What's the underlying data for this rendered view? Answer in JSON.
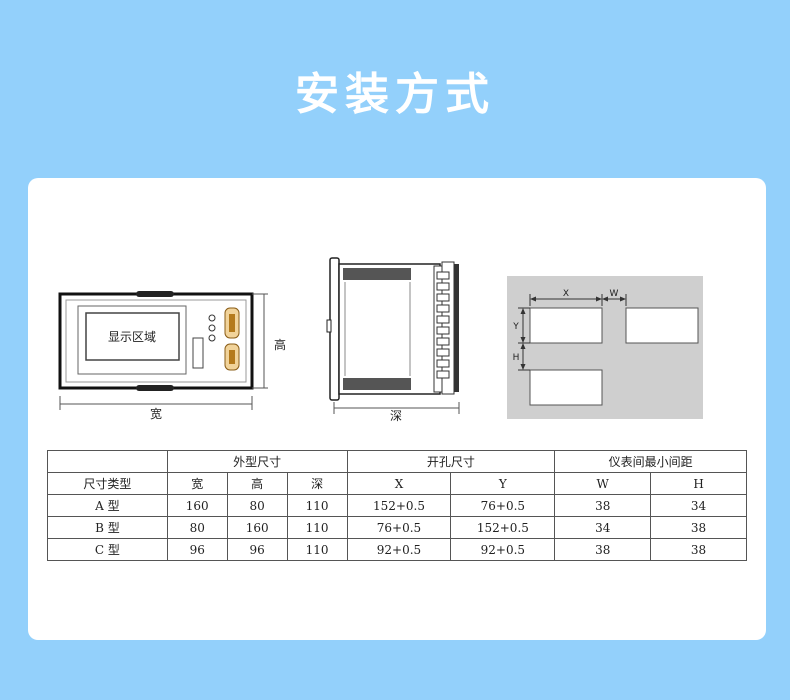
{
  "header": {
    "title": "安装方式"
  },
  "diagram": {
    "display_area": "显示区域",
    "height_label": "高",
    "width_label": "宽",
    "depth_label": "深",
    "cutout_x": "X",
    "cutout_w": "W",
    "cutout_y": "Y",
    "cutout_h": "H"
  },
  "table": {
    "group_headers": [
      "外型尺寸",
      "开孔尺寸",
      "仪表间最小间距"
    ],
    "sub_headers": [
      "尺寸类型",
      "宽",
      "高",
      "深",
      "X",
      "Y",
      "W",
      "H"
    ],
    "rows": [
      [
        "A 型",
        "160",
        "80",
        "110",
        "152+0.5",
        "76+0.5",
        "38",
        "34"
      ],
      [
        "B 型",
        "80",
        "160",
        "110",
        "76+0.5",
        "152+0.5",
        "34",
        "38"
      ],
      [
        "C 型",
        "96",
        "96",
        "110",
        "92+0.5",
        "92+0.5",
        "38",
        "38"
      ]
    ]
  }
}
